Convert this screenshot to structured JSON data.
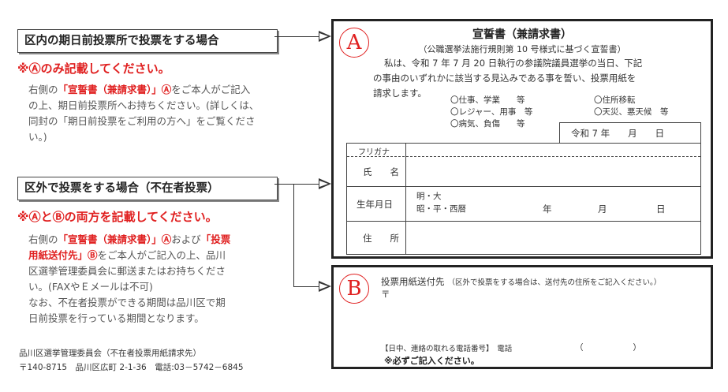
{
  "left": {
    "section1": {
      "title": "区内の期日前投票所で投票をする場合",
      "note": "※Ⓐのみ記載してください。",
      "body_pre": "右側の",
      "body_red": "「宣誓書（兼請求書）」Ⓐ",
      "body_post1": "をご本人がご記入",
      "body_line2": "の上、期日前投票所へお持ちください。(詳しくは、",
      "body_line3": "同封の「期日前投票をご利用の方へ」をご覧くださ",
      "body_line4": "い。)"
    },
    "section2": {
      "title": "区外で投票をする場合（不在者投票）",
      "note": "※ⒶとⒷの両方を記載してください。",
      "line1_pre": "右側の",
      "line1_red1": "「宣誓書（兼請求書）」Ⓐ",
      "line1_mid": "および",
      "line1_red2": "「投票",
      "line2_red": "用紙送付先」Ⓑ",
      "line2_post": "をご本人がご記入の上、品川",
      "line3": "区選挙管理委員会に郵送またはお持ちくださ",
      "line4": "い。(FAXやＥメールは不可)",
      "line5": "なお、不在者投票ができる期間は品川区で期",
      "line6": "日前投票を行っている期間となります。"
    },
    "footer": {
      "org": "品川区選挙管理委員会（不在者投票用紙請求先）",
      "address": "〒140-8715　品川区広町 2-1-36　電話:03－5742－6845"
    }
  },
  "panel_a": {
    "letter": "A",
    "title": "宣誓書（兼請求書）",
    "subtitle": "（公職選挙法施行規則第 10 号様式に基づく宣誓書）",
    "text1": "私は、令和 7 年 7 月 20 日執行の参議院議員選挙の当日、下記",
    "text2": "の事由のいずれかに該当する見込みである事を誓い、投票用紙を",
    "text3": "請求します。",
    "reasons": [
      "〇仕事、学業　　等",
      "〇住所移転",
      "〇レジャー、用事　等",
      "〇天災、悪天候　等",
      "〇病気、負傷　　等"
    ],
    "date": "令和 7 年　　月　　日",
    "fields": {
      "furigana": "フリガナ",
      "name": "氏　　名",
      "dob": "生年月日",
      "era1": "明・大",
      "era2": "昭・平・西暦",
      "year": "年",
      "month": "月",
      "day": "日",
      "address": "住　　所"
    }
  },
  "panel_b": {
    "letter": "B",
    "title": "投票用紙送付先",
    "title_note": "（区外で投票をする場合は、送付先の住所をご記入ください。）",
    "postal": "〒",
    "phone_label": "【日中、連絡の取れる電話番号】　電話",
    "phone_paren": "（　　　　　　）",
    "required": "※必ずご記入ください。"
  }
}
